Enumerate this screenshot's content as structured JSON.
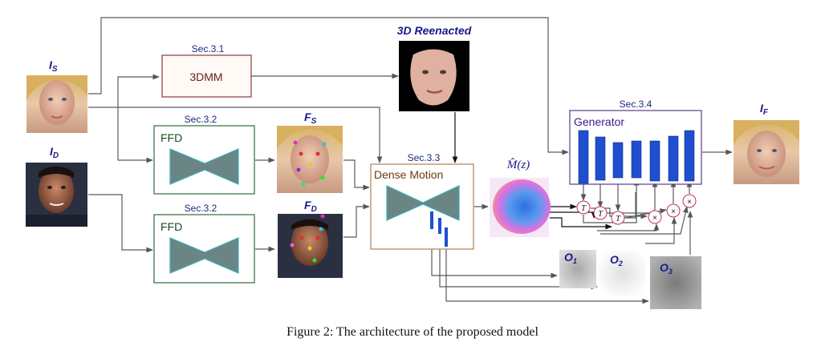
{
  "labels": {
    "is": "I",
    "is_sub": "S",
    "id": "I",
    "id_sub": "D",
    "fs": "F",
    "fs_sub": "S",
    "fd": "F",
    "fd_sub": "D",
    "if": "I",
    "if_sub": "F",
    "reenacted": "3D Reenacted",
    "mhat": "M̂(z)",
    "o1": "O",
    "o1_sub": "1",
    "o2": "O",
    "o2_sub": "2",
    "o3": "O",
    "o3_sub": "3"
  },
  "blocks": {
    "tdmm_sec": "Sec.3.1",
    "tdmm": "3DMM",
    "ffd1_sec": "Sec.3.2",
    "ffd1": "FFD",
    "ffd2_sec": "Sec.3.2",
    "ffd2": "FFD",
    "dense_sec": "Sec.3.3",
    "dense": "Dense Motion",
    "gen_sec": "Sec.3.4",
    "gen": "Generator"
  },
  "ops": {
    "t": "T",
    "x": "×"
  },
  "caption": "Figure 2: The architecture of the proposed model",
  "colors": {
    "tdmm_border": "#8b3a3a",
    "ffd_border": "#2e6b3a",
    "dense_border": "#b08050",
    "gen_border": "#5a3d8a",
    "bowtie": "#6b8585",
    "bowtie_edge": "#35b0c0",
    "gen_bar": "#1f4fd0",
    "label": "#1a1a8c"
  }
}
